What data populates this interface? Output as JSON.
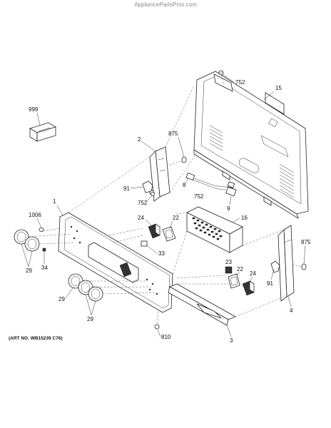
{
  "watermark": "AppliancePartsPros.com",
  "art_number": "(ART NO. WB15239 C76)",
  "callouts": {
    "c999": "999",
    "c752a": "752",
    "c15": "15",
    "c2": "2",
    "c875a": "875",
    "c8": "8",
    "c91a": "91",
    "c752b": "752",
    "c752c": "752",
    "c9": "9",
    "c1": "1",
    "c1006": "1006",
    "c24a": "24",
    "c22a": "22",
    "c16": "16",
    "c29a": "29",
    "c34": "34",
    "c33": "33",
    "c875b": "875",
    "c23": "23",
    "c22b": "22",
    "c24b": "24",
    "c91b": "91",
    "c4": "4",
    "c29b": "29",
    "c29c": "29",
    "c810": "810",
    "c3": "3"
  }
}
